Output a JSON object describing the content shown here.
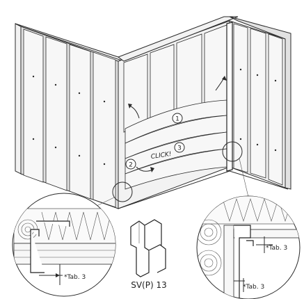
{
  "callouts": {
    "step1": "1",
    "step2": "2",
    "step3": "3",
    "click_text": "CLICK!"
  },
  "detail_left": {
    "dimension_label": "*Tab. 3"
  },
  "detail_right": {
    "dimension_label_top": "*Tab. 3",
    "dimension_label_bottom": "*Tab. 3"
  },
  "profile": {
    "caption": "SV(P) 13"
  },
  "colors": {
    "ink": "#2a2a2a",
    "paper": "#ffffff",
    "wall_shade": "#e2e2e2"
  }
}
